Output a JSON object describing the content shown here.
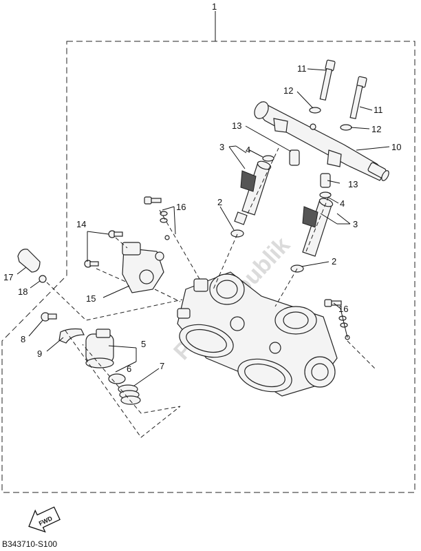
{
  "callouts": {
    "c1": "1",
    "c2a": "2",
    "c2b": "2",
    "c3a": "3",
    "c3b": "3",
    "c4a": "4",
    "c4b": "4",
    "c5": "5",
    "c6": "6",
    "c7": "7",
    "c8": "8",
    "c9": "9",
    "c10": "10",
    "c11a": "11",
    "c11b": "11",
    "c12a": "12",
    "c12b": "12",
    "c13a": "13",
    "c13b": "13",
    "c14": "14",
    "c15": "15",
    "c16a": "16",
    "c16b": "16",
    "c17": "17",
    "c18": "18"
  },
  "watermark": "PartsRepublik",
  "fwd_label": "FWD",
  "diagram_code": "B343710-S100"
}
